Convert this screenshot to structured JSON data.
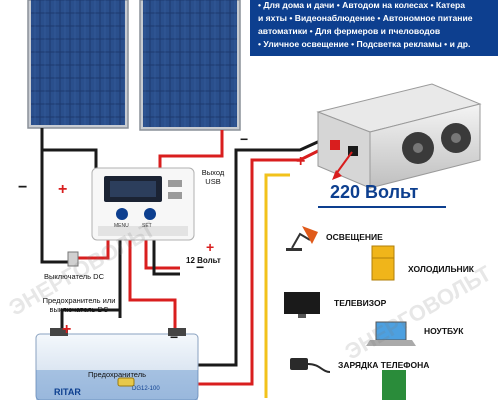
{
  "banner": {
    "lines": [
      "• Для дома и дачи • Автодом на колесах • Катера",
      "и яхты • Видеонаблюдение • Автономное питание",
      "автоматики • Для фермеров и пчеловодов",
      "• Уличное освещение • Подсветка рекламы • и др."
    ]
  },
  "labels": {
    "usb_output": "Выход USB",
    "switch_dc": "Выключатель DC",
    "volts_12": "12 Вольт",
    "fuse_or_switch": "Предохранитель или выключатель DC",
    "fuse": "Предохранитель",
    "volts_220": "220 Вольт",
    "controller_menu": "MENU",
    "controller_set": "SET",
    "battery_brand": "RITAR",
    "battery_model": "DG12-100",
    "watermark": "ЭНЕРГОВОЛЬТ",
    "plus": "+",
    "minus": "−"
  },
  "appliances": [
    {
      "name": "ОСВЕЩЕНИЕ",
      "icon": "desk-lamp-icon"
    },
    {
      "name": "ХОЛОДИЛЬНИК",
      "icon": "fridge-icon"
    },
    {
      "name": "ТЕЛЕВИЗОР",
      "icon": "tv-icon"
    },
    {
      "name": "НОУТБУК",
      "icon": "laptop-icon"
    },
    {
      "name": "ЗАРЯДКА ТЕЛЕФОНА",
      "icon": "phone-charger-icon"
    }
  ],
  "colors": {
    "wire_positive": "#d91e1e",
    "wire_negative": "#1a1a1a",
    "wire_ac": "#f2c21b",
    "brand_blue": "#0d3f8f",
    "panel_cell": "#1d3a6e"
  }
}
